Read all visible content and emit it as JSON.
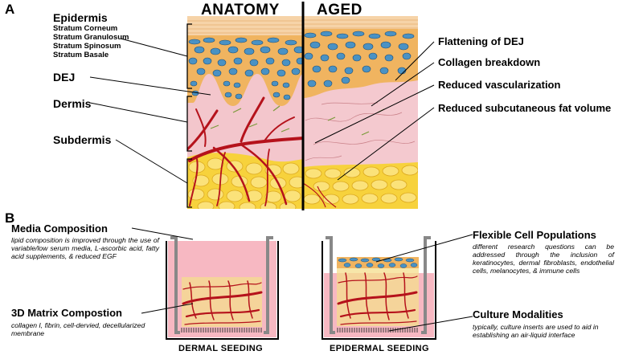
{
  "panel_a": {
    "label": "A",
    "header_left": "ANATOMY",
    "header_right": "AGED",
    "left_labels": {
      "epidermis": "Epidermis",
      "sublayers": [
        "Stratum Corneum",
        "Stratum Granulosum",
        "Stratum Spinosum",
        "Stratum Basale"
      ],
      "dej": "DEJ",
      "dermis": "Dermis",
      "subdermis": "Subdermis"
    },
    "right_labels": [
      "Flattening of DEJ",
      "Collagen breakdown",
      "Reduced vascularization",
      "Reduced subcutaneous fat volume"
    ]
  },
  "panel_b": {
    "label": "B",
    "media": {
      "title": "Media Composition",
      "desc": "lipid composition is improved through the use of variable/low serum media, L-ascorbic acid, fatty acid supplements, & reduced EGF"
    },
    "matrix": {
      "title": "3D Matrix Compostion",
      "desc": "collagen I, fibrin, cell-dervied, decellularized membrane"
    },
    "cells": {
      "title": "Flexible Cell Populations",
      "desc": "different research questions can be addressed through the inclusion of keratinocytes, dermal fibroblasts, endothelial cells, melanocytes, & immune cells"
    },
    "culture": {
      "title": "Culture Modalities",
      "desc": "typically, culture inserts are used to aid in establishing an air-liquid interface"
    },
    "caption_left": "DERMAL SEEDING",
    "caption_right": "EPIDERMAL SEEDING"
  },
  "colors": {
    "corneum": "#f6d3a8",
    "epidermis_orange": "#f0b460",
    "cell_blue": "#4a92c4",
    "dermis_pink": "#f3c6cc",
    "vessel_red": "#b5121b",
    "fat_yellow": "#f7d23c",
    "media_pink": "#f7b8c2",
    "matrix_yellow": "#f4de8c"
  }
}
